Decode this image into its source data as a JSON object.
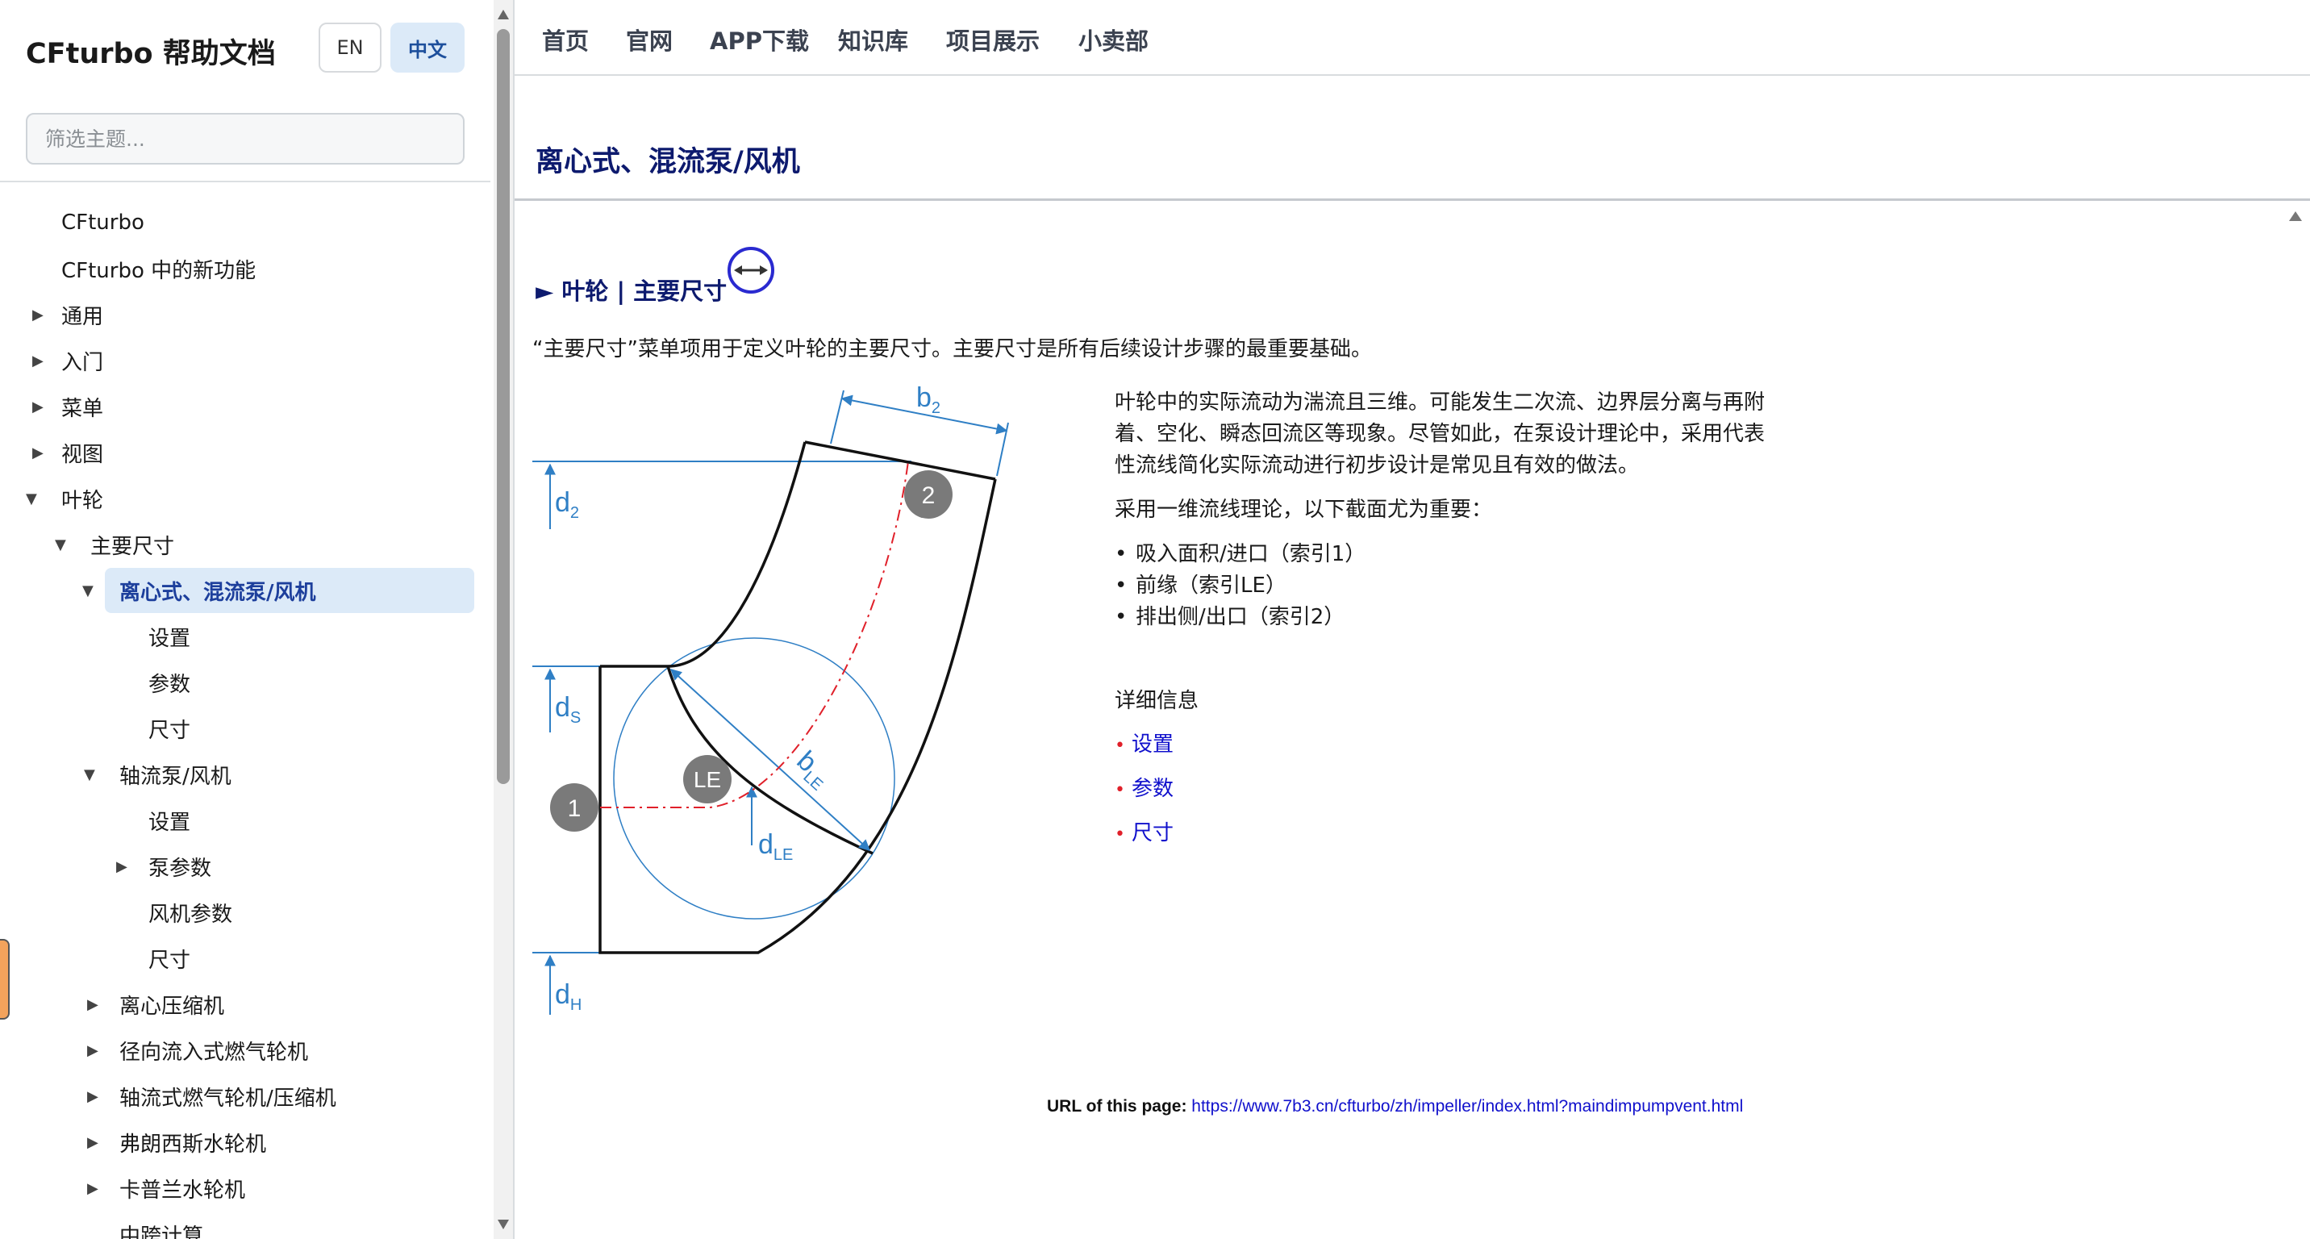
{
  "sidebar": {
    "brand": "CFturbo 帮助文档",
    "lang_en": "EN",
    "lang_zh": "中文",
    "filter_placeholder": "筛选主题...",
    "items": [
      {
        "label": "CFturbo",
        "caret": ""
      },
      {
        "label": "CFturbo 中的新功能",
        "caret": ""
      },
      {
        "label": "通用",
        "caret": "▶"
      },
      {
        "label": "入门",
        "caret": "▶"
      },
      {
        "label": "菜单",
        "caret": "▶"
      },
      {
        "label": "视图",
        "caret": "▶"
      },
      {
        "label": "叶轮",
        "caret": "▼"
      },
      {
        "label": "主要尺寸",
        "caret": "▼"
      },
      {
        "label": "离心式、混流泵/风机",
        "caret": "▼"
      },
      {
        "label": "设置",
        "caret": ""
      },
      {
        "label": "参数",
        "caret": ""
      },
      {
        "label": "尺寸",
        "caret": ""
      },
      {
        "label": "轴流泵/风机",
        "caret": "▼"
      },
      {
        "label": "设置",
        "caret": ""
      },
      {
        "label": "泵参数",
        "caret": "▶"
      },
      {
        "label": "风机参数",
        "caret": ""
      },
      {
        "label": "尺寸",
        "caret": ""
      },
      {
        "label": "离心压缩机",
        "caret": "▶"
      },
      {
        "label": "径向流入式燃气轮机",
        "caret": "▶"
      },
      {
        "label": "轴流式燃气轮机/压缩机",
        "caret": "▶"
      },
      {
        "label": "弗朗西斯水轮机",
        "caret": "▶"
      },
      {
        "label": "卡普兰水轮机",
        "caret": "▶"
      },
      {
        "label": "中跨计算",
        "caret": ""
      }
    ]
  },
  "topnav": {
    "links": [
      "首页",
      "官网",
      "APP下载",
      "知识库",
      "项目展示",
      "小卖部"
    ]
  },
  "content": {
    "page_title": "离心式、混流泵/风机",
    "section_heading": "► 叶轮 | 主要尺寸",
    "intro": "“主要尺寸”菜单项用于定义叶轮的主要尺寸。主要尺寸是所有后续设计步骤的最重要基础。",
    "paragraph1": "叶轮中的实际流动为湍流且三维。可能发生二次流、边界层分离与再附着、空化、瞬态回流区等现象。尽管如此，在泵设计理论中，采用代表性流线简化实际流动进行初步设计是常见且有效的做法。",
    "paragraph2": "采用一维流线理论，以下截面尤为重要：",
    "bullets": [
      "吸入面积/进口（索引1）",
      "前缘（索引LE）",
      "排出侧/出口（索引2）"
    ],
    "details_label": "详细信息",
    "detail_links": [
      "设置",
      "参数",
      "尺寸"
    ],
    "url_label": "URL of this page:",
    "url": "https://www.7b3.cn/cfturbo/zh/impeller/index.html?maindimpumpvent.html"
  },
  "diagram": {
    "label_b2_main": "b",
    "label_b2_sub": "2",
    "label_d2_main": "d",
    "label_d2_sub": "2",
    "label_ds_main": "d",
    "label_ds_sub": "S",
    "label_dh_main": "d",
    "label_dh_sub": "H",
    "label_dle_main": "d",
    "label_dle_sub": "LE",
    "label_ble_main": "b",
    "label_ble_sub": "LE",
    "marker_1": "1",
    "marker_2": "2",
    "marker_le": "LE",
    "colors": {
      "blue": "#2f7fc5",
      "red": "#e0202a",
      "gray": "#7a7a7a"
    }
  }
}
